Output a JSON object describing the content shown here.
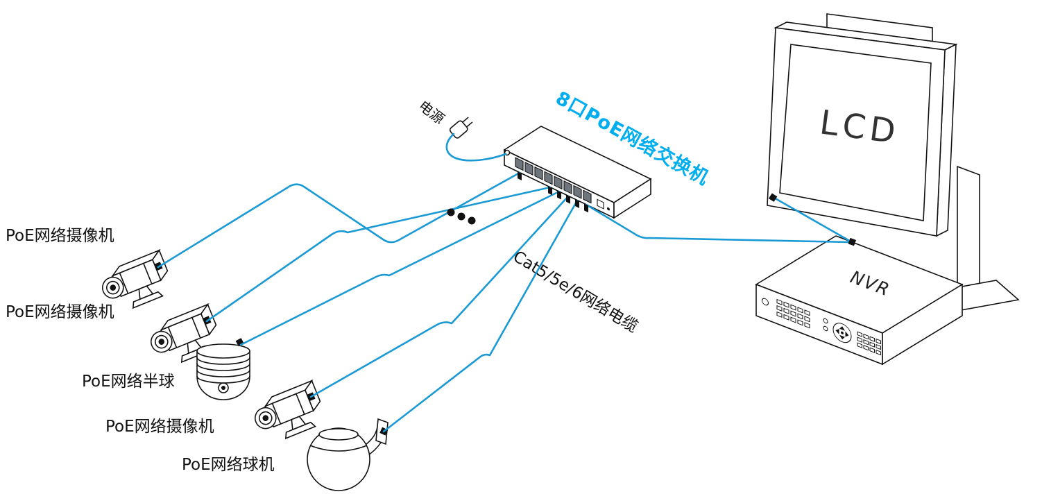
{
  "diagram": {
    "labels": {
      "power": "电源",
      "switch": "8口PoE网络交换机",
      "cable": "Cat5/5e/6网络电缆",
      "lcd": "LCD",
      "nvr": "NVR",
      "camera1": "PoE网络摄像机",
      "camera2": "PoE网络摄像机",
      "dome": "PoE网络半球",
      "camera3": "PoE网络摄像机",
      "ball": "PoE网络球机"
    },
    "colors": {
      "cable": "#1a9ad5",
      "switch_label": "#00aeef",
      "outline": "#111111"
    }
  }
}
